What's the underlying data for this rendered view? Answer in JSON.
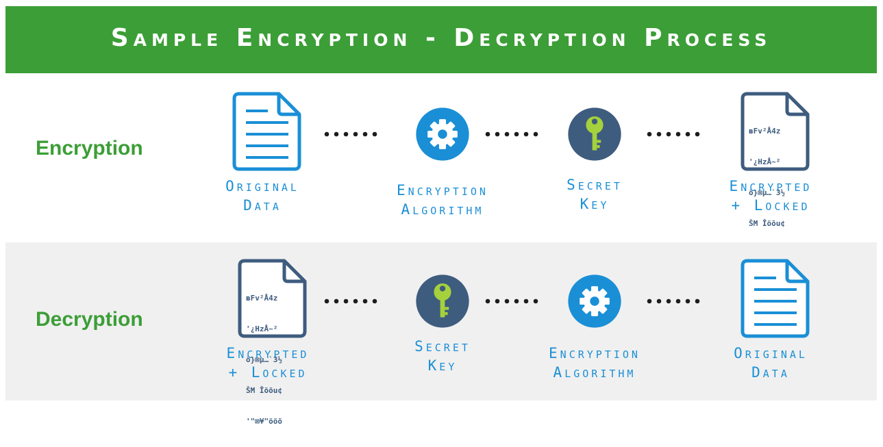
{
  "title": "Sample Encryption - Decryption Process",
  "encryption": {
    "label": "Encryption",
    "steps": [
      {
        "icon": "document-icon",
        "line1": "Original",
        "line2": "Data"
      },
      {
        "icon": "gear-icon",
        "line1": "Encryption",
        "line2": "Algorithm"
      },
      {
        "icon": "key-icon",
        "line1": "Secret",
        "line2": "Key"
      },
      {
        "icon": "encrypted-document-icon",
        "line1": "Encrypted",
        "line2": "+ Locked"
      }
    ]
  },
  "decryption": {
    "label": "Decryption",
    "steps": [
      {
        "icon": "encrypted-document-icon",
        "line1": "Encrypted",
        "line2": "+ Locked"
      },
      {
        "icon": "key-icon",
        "line1": "Secret",
        "line2": "Key"
      },
      {
        "icon": "gear-icon",
        "line1": "Encryption",
        "line2": "Algorithm"
      },
      {
        "icon": "document-icon",
        "line1": "Original",
        "line2": "Data"
      }
    ]
  },
  "cipher_text": [
    "ʙFv²Å4z",
    "'¿HzÅ~²",
    "ö}⊠µ…`3½",
    "ŠM Îöõu¢",
    "'\"⊠¥\"ööõ"
  ],
  "colors": {
    "banner": "#3c9e37",
    "label": "#3c9e37",
    "accent": "#1a8fd6",
    "navy": "#3e5c7e",
    "key": "#a5d13c"
  }
}
